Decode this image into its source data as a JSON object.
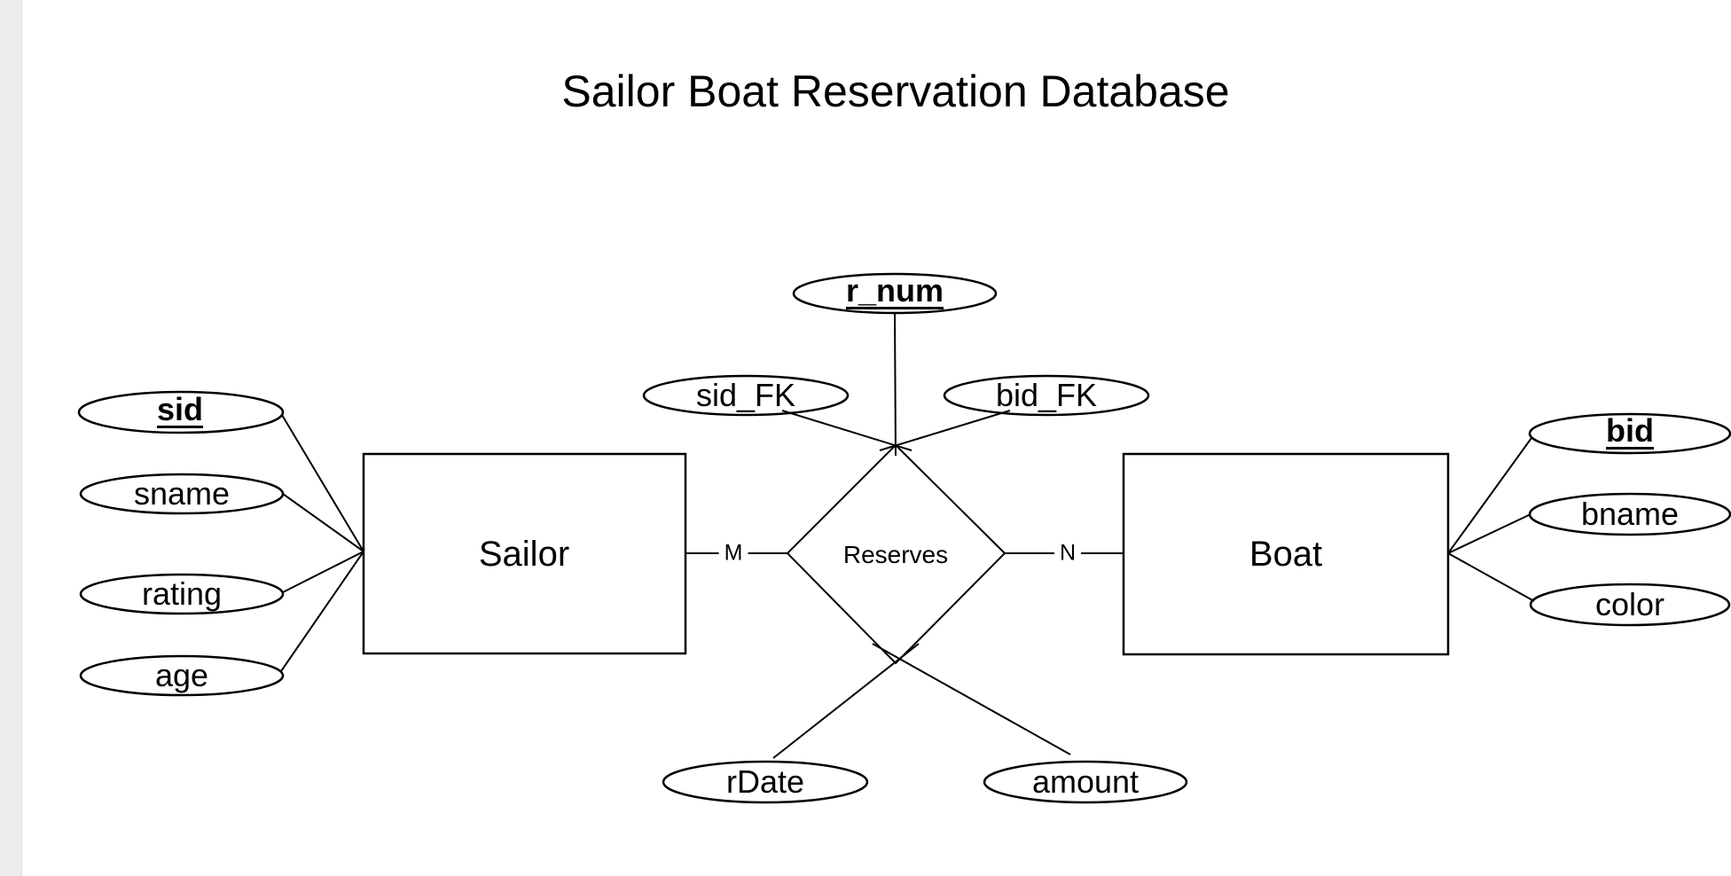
{
  "diagram": {
    "title": "Sailor Boat Reservation Database",
    "entities": [
      {
        "name": "Sailor",
        "attributes": [
          {
            "label": "sid",
            "primary_key": true
          },
          {
            "label": "sname",
            "primary_key": false
          },
          {
            "label": "rating",
            "primary_key": false
          },
          {
            "label": "age",
            "primary_key": false
          }
        ]
      },
      {
        "name": "Boat",
        "attributes": [
          {
            "label": "bid",
            "primary_key": true
          },
          {
            "label": "bname",
            "primary_key": false
          },
          {
            "label": "color",
            "primary_key": false
          }
        ]
      }
    ],
    "relationship": {
      "name": "Reserves",
      "attributes": [
        {
          "label": "r_num",
          "primary_key": true
        },
        {
          "label": "sid_FK",
          "primary_key": false
        },
        {
          "label": "bid_FK",
          "primary_key": false
        },
        {
          "label": "rDate",
          "primary_key": false
        },
        {
          "label": "amount",
          "primary_key": false
        }
      ],
      "cardinality": {
        "sailor_side": "M",
        "boat_side": "N"
      }
    },
    "colors": {
      "stroke": "#000000",
      "shape_fill": "#ffffff",
      "background": "#ffffff",
      "left_strip": "#ececec"
    }
  }
}
